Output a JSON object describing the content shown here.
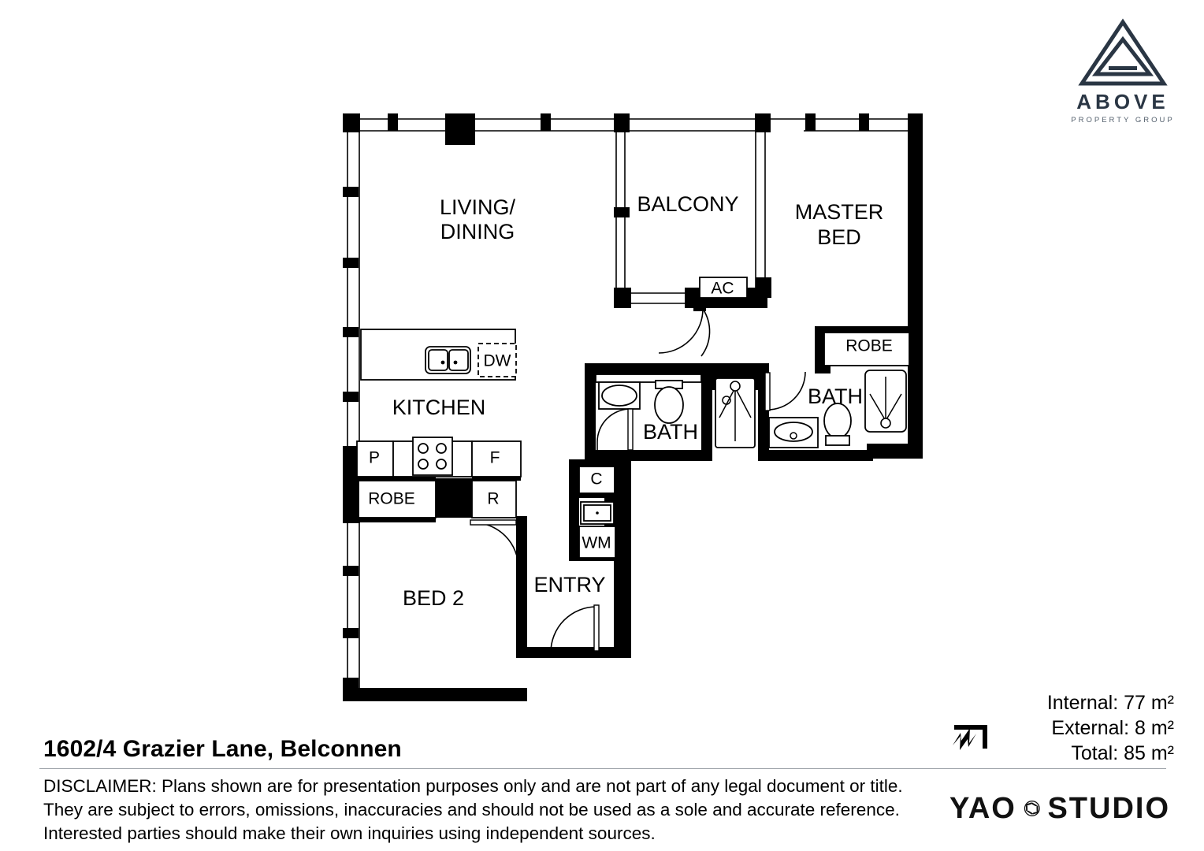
{
  "brand": {
    "logo_icon": "triangle-a-logo-icon",
    "name": "ABOVE",
    "subtitle": "PROPERTY GROUP"
  },
  "plan": {
    "title": "1602/4 Grazier Lane, Belconnen",
    "rooms": [
      {
        "key": "living_dining_1",
        "label": "LIVING/"
      },
      {
        "key": "living_dining_2",
        "label": "DINING"
      },
      {
        "key": "kitchen",
        "label": "KITCHEN"
      },
      {
        "key": "balcony",
        "label": "BALCONY"
      },
      {
        "key": "master_bed_1",
        "label": "MASTER"
      },
      {
        "key": "master_bed_2",
        "label": "BED"
      },
      {
        "key": "bath_main",
        "label": "BATH"
      },
      {
        "key": "bath_ensuite",
        "label": "BATH"
      },
      {
        "key": "bed2",
        "label": "BED 2"
      },
      {
        "key": "entry",
        "label": "ENTRY"
      }
    ],
    "fixtures": [
      {
        "key": "dishwasher",
        "label": "DW"
      },
      {
        "key": "pantry",
        "label": "P"
      },
      {
        "key": "fridge",
        "label": "F"
      },
      {
        "key": "robe_bed2",
        "label": "ROBE"
      },
      {
        "key": "robe_master",
        "label": "ROBE"
      },
      {
        "key": "rangehood_r",
        "label": "R"
      },
      {
        "key": "aircon",
        "label": "AC"
      },
      {
        "key": "cupboard",
        "label": "C"
      },
      {
        "key": "washing_machine",
        "label": "WM"
      }
    ]
  },
  "areas": {
    "internal": "Internal: 77 m²",
    "external": "External: 8 m²",
    "total": "Total: 85 m²",
    "north_arrow_icon": "north-arrow-icon"
  },
  "disclaimer": {
    "line1": "DISCLAIMER: Plans shown are for presentation purposes only and are not part of any legal document or title.",
    "line2": "They are subject to errors, omissions, inaccuracies and should not be used as a sole and accurate reference.",
    "line3": "Interested parties should make their own inquiries using independent sources."
  },
  "studio": {
    "word1": "YAO",
    "aperture_icon": "camera-aperture-icon",
    "word2": "STUDIO"
  },
  "colors": {
    "brand_navy": "#2a3644",
    "ink": "#000000",
    "rule": "#9aa0a6"
  }
}
